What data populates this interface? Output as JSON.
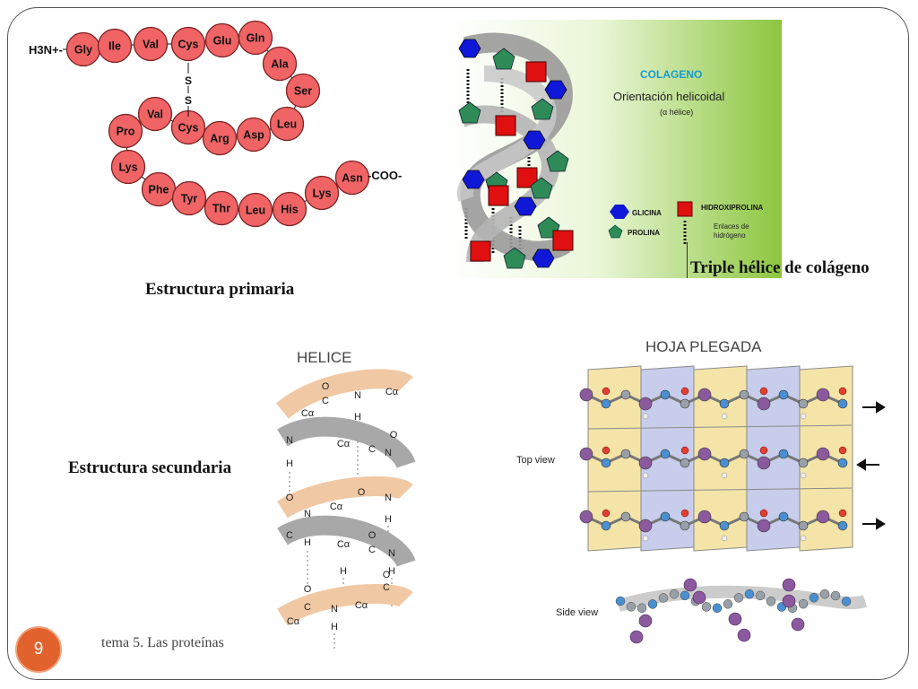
{
  "slide": {
    "page_number": "9",
    "footer": "tema 5. Las proteínas",
    "captions": {
      "primary": "Estructura primaria",
      "triple": "Triple hélice de colágeno",
      "secondary": "Estructura secundaria"
    }
  },
  "peptide": {
    "n_terminus": "H3N+-",
    "c_terminus": "-COO-",
    "residues": [
      "Gly",
      "Ile",
      "Val",
      "Cys",
      "Glu",
      "Gln",
      "Ala",
      "Ser",
      "Leu",
      "Asp",
      "Arg",
      "Cys",
      "Val",
      "Pro",
      "Lys",
      "Phe",
      "Tyr",
      "Thr",
      "Leu",
      "His",
      "Lys",
      "Asn"
    ],
    "bridge": [
      "S",
      "S"
    ]
  },
  "collagen": {
    "title": "COLAGENO",
    "subtitle": "Orientación helicoidal",
    "subtitle2": "(α hélice)",
    "legend": {
      "glycine": "GLICINA",
      "hydroxyproline": "HIDROXIPROLINA",
      "proline": "PROLINA",
      "hbond_1": "Enlaces de",
      "hbond_2": "hidrógeno"
    },
    "colors": {
      "glycine": "#1018d8",
      "proline": "#2e8b57",
      "hydroxyproline": "#e01010"
    }
  },
  "helix": {
    "title": "HELICE"
  },
  "sheet": {
    "title": "HOJA PLEGADA",
    "top_view": "Top view",
    "side_view": "Side view"
  }
}
